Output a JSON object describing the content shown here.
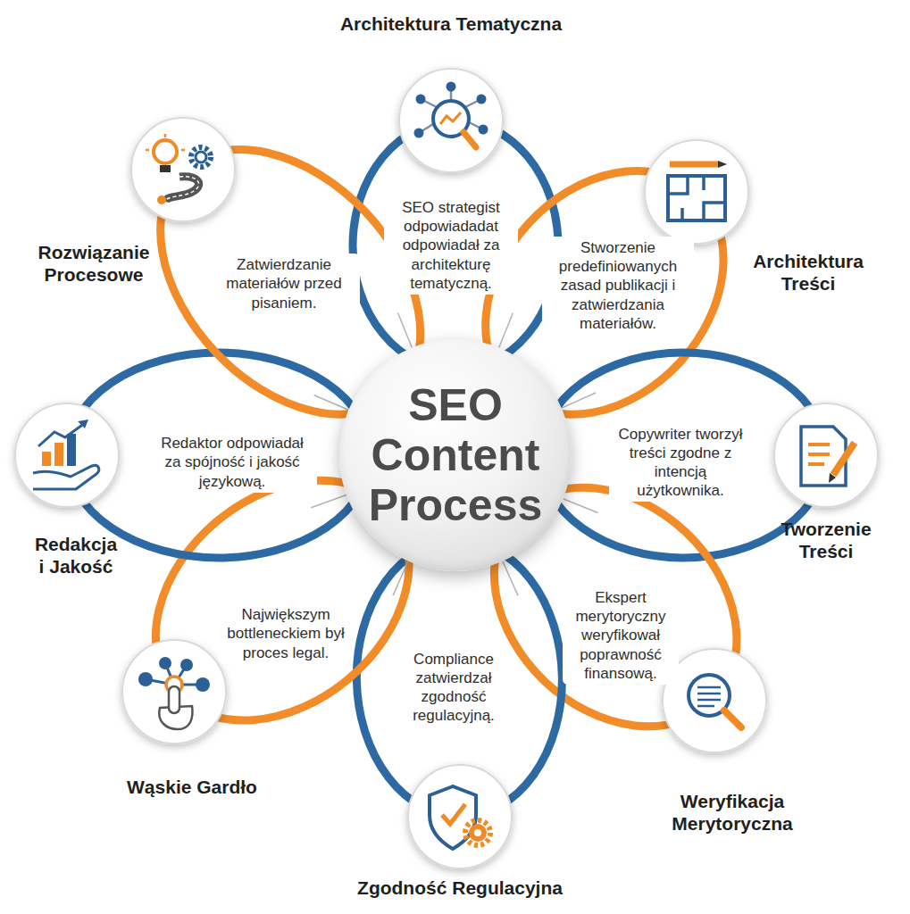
{
  "diagram": {
    "nodes": [
      {
        "text": [
          "SEO Content Process"
        ]
      },
      {
        "text": [
          "Architektura Tematyczna"
        ]
      },
      {
        "text": [
          "SEO strategist odpowiadadat odpowiadał za architekturę tematyczną."
        ]
      },
      {
        "text": [
          "Architektura Treści"
        ]
      },
      {
        "text": [
          "Stworzenie predefiniowanych zasad publikacji i zatwierdzania materiałów."
        ]
      },
      {
        "text": [
          "Tworzenie Treści"
        ]
      },
      {
        "text": [
          "Copywriter tworzył treści zgodne z intencją użytkownika."
        ]
      },
      {
        "text": [
          "Weryfikacja Merytoryczna"
        ]
      },
      {
        "text": [
          "Ekspert merytoryczny weryfikował poprawność finansową."
        ]
      },
      {
        "text": [
          "Zgodność Regulacyjna"
        ]
      },
      {
        "text": [
          "Compliance zatwierdzał zgodność regulacyjną."
        ]
      },
      {
        "text": [
          "Wąskie Gardło"
        ]
      },
      {
        "text": [
          "Największym bottleneckiem był proces legal."
        ]
      },
      {
        "text": [
          "Redakcja i Jakość"
        ]
      },
      {
        "text": [
          "Redaktor odpowiadał za spójność i jakość językową."
        ]
      },
      {
        "text": [
          "Rozwiązanie Procesowe"
        ]
      },
      {
        "text": [
          "Zatwierdzanie materiałów przed pisaniem."
        ]
      }
    ]
  }
}
